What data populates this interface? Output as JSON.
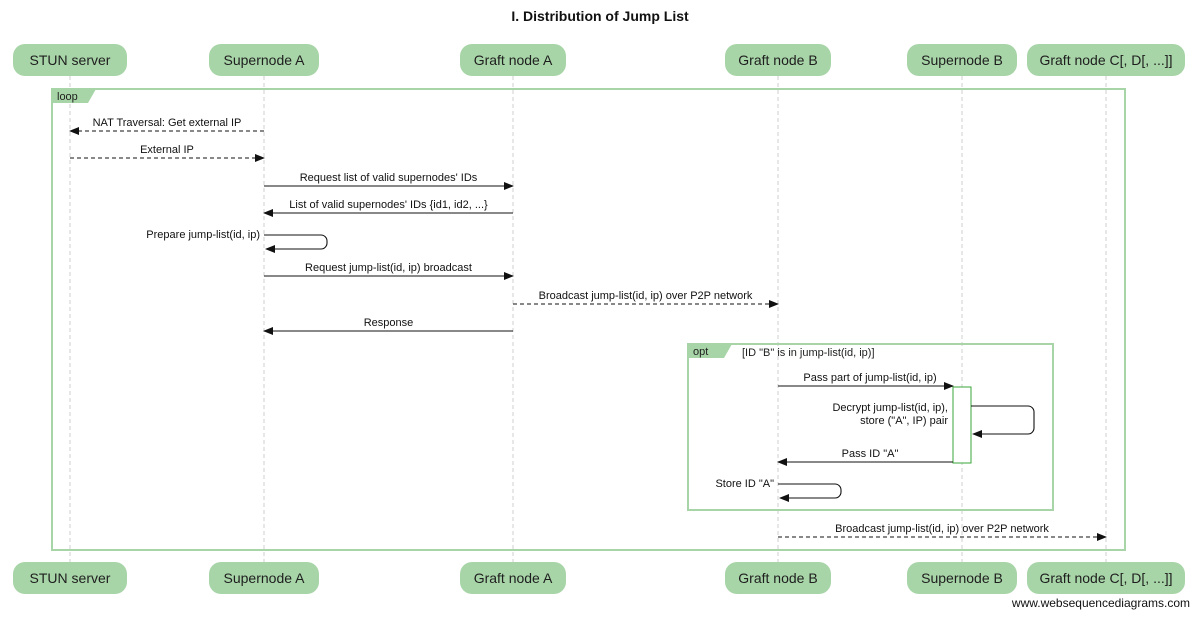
{
  "title": "I. Distribution of Jump List",
  "watermark": "www.websequencediagrams.com",
  "participants": [
    {
      "id": "stun",
      "label": "STUN server"
    },
    {
      "id": "supa",
      "label": "Supernode A"
    },
    {
      "id": "grafta",
      "label": "Graft node A"
    },
    {
      "id": "graftb",
      "label": "Graft node B"
    },
    {
      "id": "supb",
      "label": "Supernode B"
    },
    {
      "id": "graftc",
      "label": "Graft node C[, D[, ...]]"
    }
  ],
  "fragments": {
    "loop": {
      "label": "loop"
    },
    "opt": {
      "label": "opt",
      "condition": "[ID \"B\" is in jump-list(id, ip)]"
    }
  },
  "messages": [
    {
      "from": "supa",
      "to": "stun",
      "style": "dashed",
      "text": [
        "NAT Traversal: Get external IP"
      ]
    },
    {
      "from": "stun",
      "to": "supa",
      "style": "dashed",
      "text": [
        "External IP"
      ]
    },
    {
      "from": "supa",
      "to": "grafta",
      "style": "solid",
      "text": [
        "Request list of valid supernodes' IDs"
      ]
    },
    {
      "from": "grafta",
      "to": "supa",
      "style": "solid",
      "text": [
        "List of valid supernodes' IDs {id1, id2, ...}"
      ]
    },
    {
      "from": "supa",
      "to": "supa",
      "style": "solid",
      "text": [
        "Prepare jump-list(id, ip)"
      ]
    },
    {
      "from": "supa",
      "to": "grafta",
      "style": "solid",
      "text": [
        "Request jump-list(id, ip) broadcast"
      ]
    },
    {
      "from": "grafta",
      "to": "graftb",
      "style": "dashed",
      "text": [
        "Broadcast jump-list(id, ip) over P2P network"
      ]
    },
    {
      "from": "grafta",
      "to": "supa",
      "style": "solid",
      "text": [
        "Response"
      ]
    },
    {
      "from": "graftb",
      "to": "supb",
      "style": "solid",
      "text": [
        "Pass part of jump-list(id, ip)"
      ]
    },
    {
      "from": "supb",
      "to": "supb",
      "style": "solid",
      "text": [
        "Decrypt jump-list(id, ip),",
        "store (\"A\", IP) pair"
      ]
    },
    {
      "from": "supb",
      "to": "graftb",
      "style": "solid",
      "text": [
        "Pass ID \"A\""
      ]
    },
    {
      "from": "graftb",
      "to": "graftb",
      "style": "solid",
      "text": [
        "Store ID \"A\""
      ]
    },
    {
      "from": "graftb",
      "to": "graftc",
      "style": "dashed",
      "text": [
        "Broadcast jump-list(id, ip) over P2P network"
      ]
    }
  ]
}
